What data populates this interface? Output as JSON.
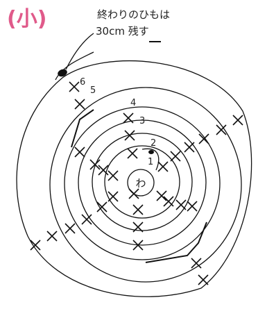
{
  "title": "(小)",
  "note": {
    "line1": "終わりのひもは",
    "line2": "30cm 残す"
  },
  "center_label": "わ",
  "round_labels": [
    "1",
    "2",
    "3",
    "4",
    "5",
    "6"
  ],
  "stitch_symbol": "×"
}
